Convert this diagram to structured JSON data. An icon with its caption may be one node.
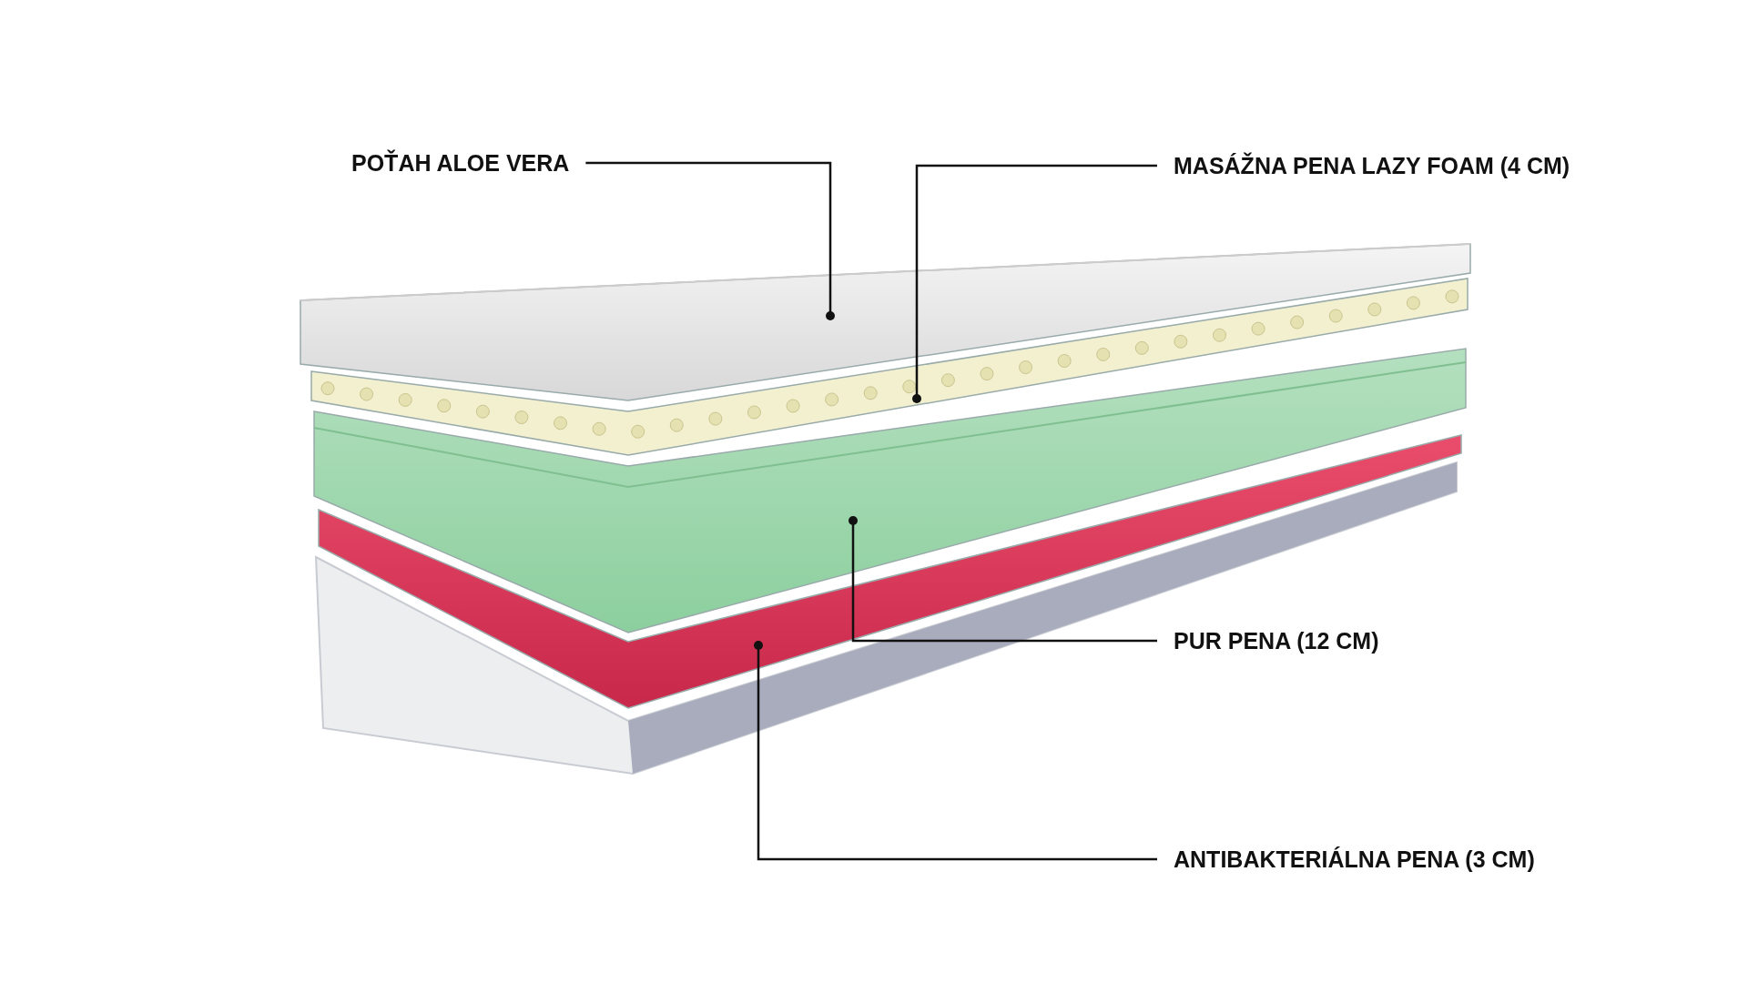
{
  "diagram": {
    "nodes": [
      {
        "text": [
          "POŤAH ALOE VERA"
        ]
      },
      {
        "text": [
          "MASÁŽNA PENA LAZY FOAM (4 CM)"
        ]
      },
      {
        "text": [
          "PUR PENA (12 CM)"
        ]
      },
      {
        "text": [
          "ANTIBAKTERIÁLNA PENA (3 CM)"
        ]
      },
      {
        "text": [],
        "shape": "picture"
      },
      {
        "text": [],
        "shape": "picture"
      },
      {
        "text": [],
        "shape": "picture"
      },
      {
        "text": [],
        "shape": "picture"
      }
    ],
    "edges": [
      {
        "from": 0,
        "to": 4,
        "arrow": "other"
      },
      {
        "from": 1,
        "to": 5,
        "arrow": "other"
      },
      {
        "from": 2,
        "to": 6,
        "arrow": "other"
      },
      {
        "from": 3,
        "to": 7,
        "arrow": "other"
      }
    ]
  }
}
